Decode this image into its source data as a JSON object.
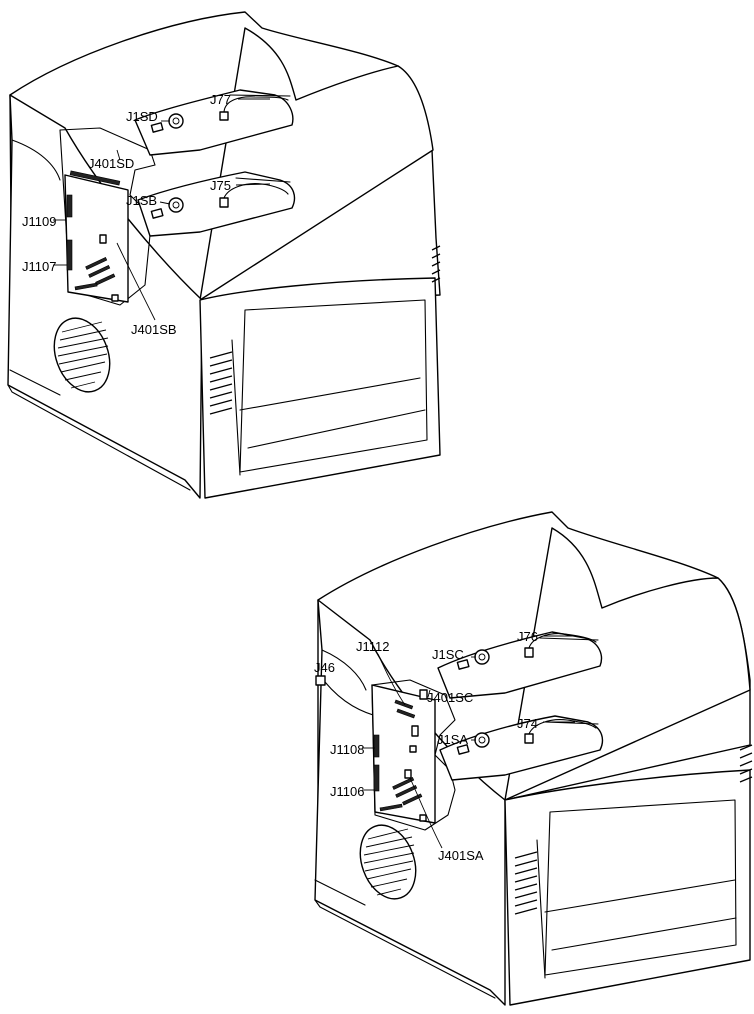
{
  "figure": {
    "printer_1": {
      "labels": {
        "j1sd": "J1SD",
        "j77": "J77",
        "j401sd": "J401SD",
        "j1sb": "J1SB",
        "j75": "J75",
        "j1109": "J1109",
        "j1107": "J1107",
        "j401sb": "J401SB"
      }
    },
    "printer_2": {
      "labels": {
        "j76": "J76",
        "j1112": "J1112",
        "j1sc": "J1SC",
        "j46": "J46",
        "j401sc": "J401SC",
        "j74": "J74",
        "j1sa": "J1SA",
        "j1108": "J1108",
        "j1106": "J1106",
        "j401sa": "J401SA"
      }
    }
  }
}
